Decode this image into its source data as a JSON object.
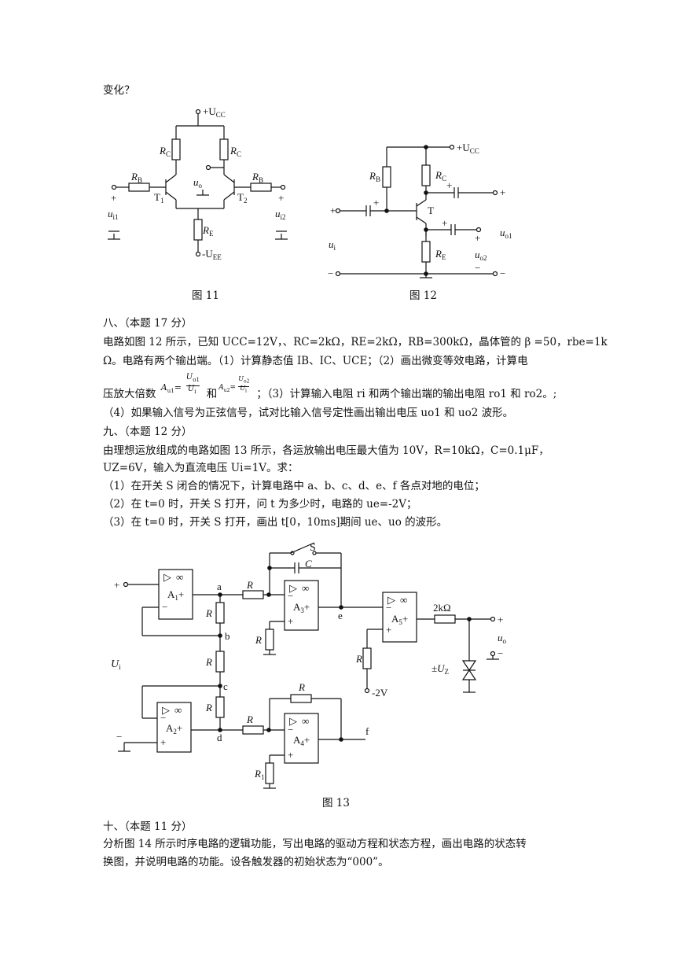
{
  "intro_line": "变化？",
  "fig11": {
    "caption": "图 11",
    "ucc": "+U",
    "ucc_sub": "CC",
    "uee": "-U",
    "uee_sub": "EE",
    "rc_left": "R",
    "rc_right": "R",
    "rc_sub": "C",
    "rb_left": "R",
    "rb_right": "R",
    "rb_sub": "B",
    "re": "R",
    "re_sub": "E",
    "t1": "T",
    "t1_sub": "1",
    "t2": "T",
    "t2_sub": "2",
    "uo": "u",
    "uo_sub": "o",
    "ui1": "u",
    "ui1_sub": "i1",
    "ui2": "u",
    "ui2_sub": "i2",
    "plus": "+",
    "minus": "−"
  },
  "fig12": {
    "caption": "图 12",
    "ucc": "+U",
    "ucc_sub": "CC",
    "rb": "R",
    "rb_sub": "B",
    "rc": "R",
    "rc_sub": "C",
    "re": "R",
    "re_sub": "E",
    "t": "T",
    "ui": "u",
    "ui_sub": "i",
    "uo1": "u",
    "uo1_sub": "o1",
    "uo2": "u",
    "uo2_sub": "o2",
    "plus": "+",
    "minus": "−"
  },
  "q8": {
    "heading": "八、（本题 17 分）",
    "line1": "电路如图 12 所示，已知 UCC=12V，、RC=2kΩ，RE=2kΩ，RB=300kΩ，晶体管的 β =50，rbe=1k",
    "line2": "Ω。电路有两个输出端。（1）计算静态值 IB、IC、UCE；（2）画出微变等效电路，计算电",
    "line3_a": "压放大倍数",
    "line3_frac1_lhs": "A",
    "line3_frac1_lhs_sub": "u1",
    "line3_frac1_num": "U",
    "line3_frac1_num_sub": "o1",
    "line3_frac1_den": "U",
    "line3_frac1_den_sub": "i",
    "line3_and": "和",
    "line3_frac2_lhs": "A",
    "line3_frac2_lhs_sub": "u2",
    "line3_frac2_num": "U",
    "line3_frac2_num_sub": "o2",
    "line3_frac2_den": "U",
    "line3_frac2_den_sub": "i",
    "line3_b": "；（3）计算输入电阻 ri 和两个输出端的输出电阻 ro1 和 ro2。;",
    "line4": "（4）如果输入信号为正弦信号，试对比输入信号定性画出输出电压 uo1 和 uo2 波形。"
  },
  "q9": {
    "heading": "九、（本题 12 分）",
    "line1": "由理想运放组成的电路如图 13 所示，各运放输出电压最大值为 10V，R=10kΩ，C=0.1μF，",
    "line2": "UZ=6V，输入为直流电压 Ui=1V。求：",
    "line3": "（1）在开关 S 闭合的情况下，计算电路中 a、b、c、d、e、f 各点对地的电位；",
    "line4": "（2）在 t=0 时，开关 S 打开，问 t 为多少时，电路的 ue=-2V；",
    "line5": "（3）在 t=0 时，开关 S 打开，画出 t[0，10ms]期间 ue、uo 的波形。"
  },
  "fig13": {
    "caption": "图 13",
    "s": "S",
    "c": "C",
    "r": "R",
    "r1": "R",
    "r1_sub": "1",
    "a1": "A",
    "a1_sub": "1",
    "a2": "A",
    "a2_sub": "2",
    "a3": "A",
    "a3_sub": "3",
    "a4": "A",
    "a4_sub": "4",
    "a5": "A",
    "a5_sub": "5",
    "node_a": "a",
    "node_b": "b",
    "node_c": "c",
    "node_d": "d",
    "node_e": "e",
    "node_f": "f",
    "ui": "U",
    "ui_sub": "i",
    "r2k": "2kΩ",
    "uo": "u",
    "uo_sub": "o",
    "uz": "±U",
    "uz_sub": "Z",
    "neg2v": "-2V",
    "inf": "∞",
    "tri": "▷",
    "plus": "+",
    "minus": "−"
  },
  "q10": {
    "heading": "十、（本题 11 分）",
    "line1": "分析图 14 所示时序电路的逻辑功能，写出电路的驱动方程和状态方程，画出电路的状态转",
    "line2": "换图，并说明电路的功能。设各触发器的初始状态为“000”。"
  }
}
